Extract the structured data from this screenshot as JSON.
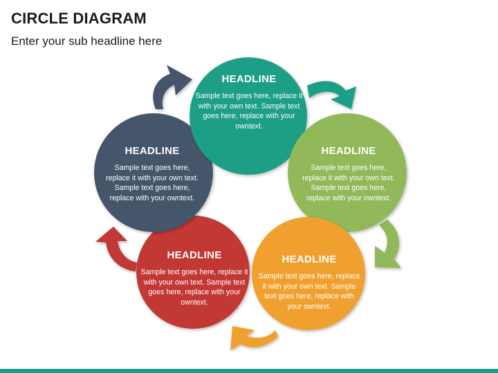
{
  "title": "CIRCLE DIAGRAM",
  "subtitle": "Enter your sub headline here",
  "colors": {
    "teal": "#1c9e87",
    "green": "#91b95a",
    "orange": "#f0a02d",
    "red": "#c23935",
    "navy": "#44546a",
    "bar": "#1c9e87"
  },
  "nodes": [
    {
      "id": "teal",
      "headline": "HEADLINE",
      "text": "Sample text goes here, replace it with your own text. Sample text goes here, replace with your owntext.",
      "color": "#1c9e87",
      "arrow_icon": "curved-arrow-icon"
    },
    {
      "id": "green",
      "headline": "HEADLINE",
      "text": "Sample text goes here, replace it with your own text. Sample text goes here, replace with your owntext.",
      "color": "#91b95a",
      "arrow_icon": "curved-arrow-icon"
    },
    {
      "id": "orange",
      "headline": "HEADLINE",
      "text": "Sample text goes here, replace it with your own text. Sample text goes here, replace with your owntext.",
      "color": "#f0a02d",
      "arrow_icon": "curved-arrow-icon"
    },
    {
      "id": "red",
      "headline": "HEADLINE",
      "text": "Sample text goes here, replace it with your own text. Sample text goes here, replace with your owntext.",
      "color": "#c23935",
      "arrow_icon": "curved-arrow-icon"
    },
    {
      "id": "navy",
      "headline": "HEADLINE",
      "text": "Sample text goes here, replace it with your own text. Sample text goes here, replace with your owntext.",
      "color": "#44546a",
      "arrow_icon": "curved-arrow-icon"
    }
  ]
}
